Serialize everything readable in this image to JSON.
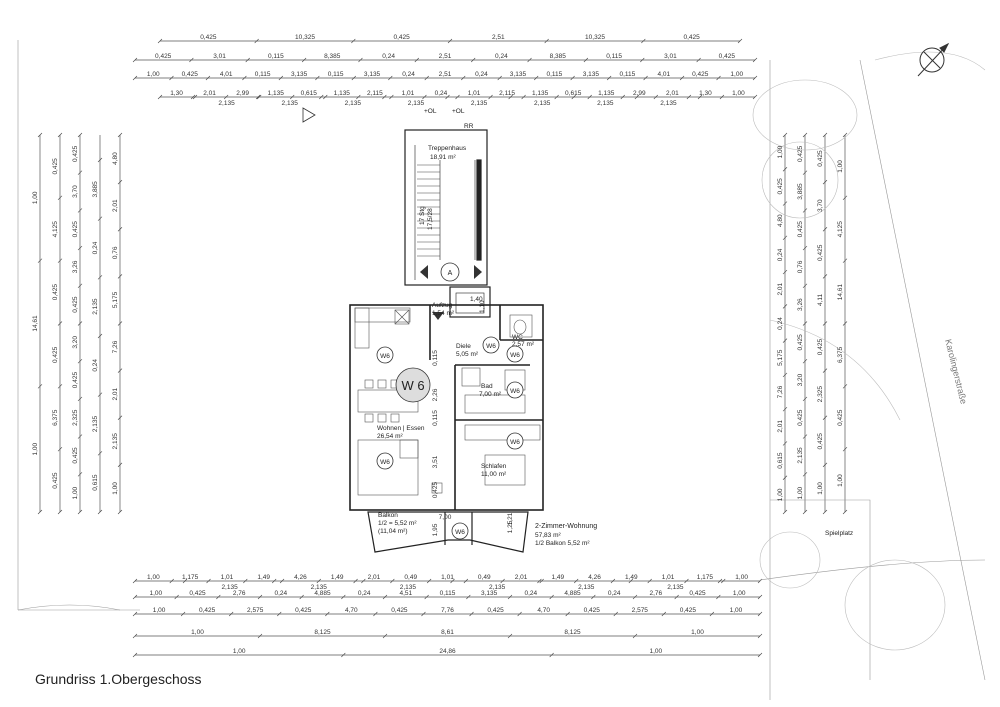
{
  "caption": "Grundriss 1.Obergeschoss",
  "street": "Karolingerstraße",
  "playground": "Spielplatz",
  "rooms": {
    "stair_name": "Treppenhaus",
    "stair_area": "18,91 m²",
    "stair_steps": "17 Stg",
    "stair_ratio": "17,5/28",
    "axis": "A",
    "lift_name": "Aufzug",
    "lift_area": "1,54 m²",
    "lift_w": "1,40",
    "lift_d": "1,10",
    "hall_name": "Diele",
    "hall_area": "5,05 m²",
    "wc_name": "WC",
    "wc_area": "2,57 m²",
    "bath_name": "Bad",
    "bath_area": "7,00 m²",
    "living_name": "Wohnen | Essen",
    "living_area": "26,54 m²",
    "bed_name": "Schlafen",
    "bed_area": "11,00 m²",
    "balcony_name": "Balkon",
    "balcony_half": "1/2 = 5,52 m²",
    "balcony_full": "(11,04 m²)",
    "unit_name": "2-Zimmer-Wohnung",
    "unit_area": "57,83 m²",
    "unit_balcony": "1/2 Balkon 5,52 m²",
    "unit_tag": "W 6",
    "small_tag": "W6",
    "rr": "RR",
    "ol1": "+OL",
    "ol2": "+OL"
  },
  "dims": {
    "top1": [
      "0,425",
      "10,325",
      "0,425",
      "2,51",
      "10,325",
      "0,425"
    ],
    "top2": [
      "0,425",
      "3,01",
      "0,115",
      "8,385",
      "0,24",
      "2,51",
      "0,24",
      "8,385",
      "0,115",
      "3,01",
      "0,425"
    ],
    "top3": [
      "1,00",
      "0,425",
      "4,01",
      "0,115",
      "3,135",
      "0,115",
      "3,135",
      "0,24",
      "2,51",
      "0,24",
      "3,135",
      "0,115",
      "3,135",
      "0,115",
      "4,01",
      "0,425",
      "1,00"
    ],
    "top4a": [
      "1,30",
      "2,01",
      "2,99",
      "1,135",
      "0,615",
      "1,135",
      "2,115",
      "1,01",
      "0,24",
      "1,01",
      "2,115",
      "1,135",
      "0,615",
      "1,135",
      "2,99",
      "2,01",
      "1,30",
      "1,00"
    ],
    "top4b": [
      "2,135",
      "2,135",
      "2,135",
      "2,135",
      "2,135",
      "2,135",
      "2,135",
      "2,135"
    ],
    "bot1a": [
      "1,00",
      "1,175",
      "1,01",
      "1,49",
      "4,26",
      "1,49",
      "2,01",
      "0,49",
      "1,01",
      "0,49",
      "2,01",
      "1,49",
      "4,26",
      "1,49",
      "1,01",
      "1,175",
      "1,00"
    ],
    "bot1b": [
      "2,135",
      "2,135",
      "2,135",
      "2,135",
      "2,135",
      "2,135"
    ],
    "bot2": [
      "1,00",
      "0,425",
      "2,76",
      "0,24",
      "4,885",
      "0,24",
      "4,51",
      "0,115",
      "3,135",
      "0,24",
      "4,885",
      "0,24",
      "2,76",
      "0,425",
      "1,00"
    ],
    "bot3": [
      "1,00",
      "0,425",
      "2,575",
      "0,425",
      "4,70",
      "0,425",
      "7,76",
      "0,425",
      "4,70",
      "0,425",
      "2,575",
      "0,425",
      "1,00"
    ],
    "bot4": [
      "1,00",
      "8,125",
      "8,61",
      "8,125",
      "1,00"
    ],
    "bot5": [
      "1,00",
      "24,86",
      "1,00"
    ],
    "left1": [
      "1,00",
      "14,61",
      "1,00"
    ],
    "left2": [
      "0,425",
      "4,125",
      "0,425",
      "0,425",
      "6,375",
      "0,425"
    ],
    "left3": [
      "0,425",
      "3,70",
      "0,425",
      "3,26",
      "0,425",
      "3,20",
      "0,425",
      "2,325",
      "0,425",
      "1,00"
    ],
    "left4": [
      "3,885",
      "0,24",
      "2,135",
      "0,24",
      "2,135",
      "0,615"
    ],
    "left5": [
      "4,80",
      "2,01",
      "0,76",
      "5,175",
      "7,26",
      "2,01",
      "2,135",
      "1,00"
    ],
    "right1": [
      "1,00",
      "0,425",
      "4,80",
      "0,24",
      "2,01",
      "0,24",
      "5,175",
      "7,26",
      "2,01",
      "0,615",
      "1,00"
    ],
    "right2": [
      "0,425",
      "3,885",
      "0,425",
      "0,76",
      "3,26",
      "0,425",
      "3,20",
      "0,425",
      "2,135",
      "1,00"
    ],
    "right3": [
      "0,425",
      "3,70",
      "0,425",
      "4,11",
      "0,425",
      "2,325",
      "0,425",
      "1,00"
    ],
    "right4": [
      "1,00",
      "4,125",
      "14,61",
      "6,375",
      "0,425",
      "1,00"
    ],
    "mid": [
      "0,115",
      "2,26",
      "0,115",
      "3,51",
      "0,425",
      "1,25",
      "1,95",
      "7,00",
      "1,21"
    ]
  }
}
